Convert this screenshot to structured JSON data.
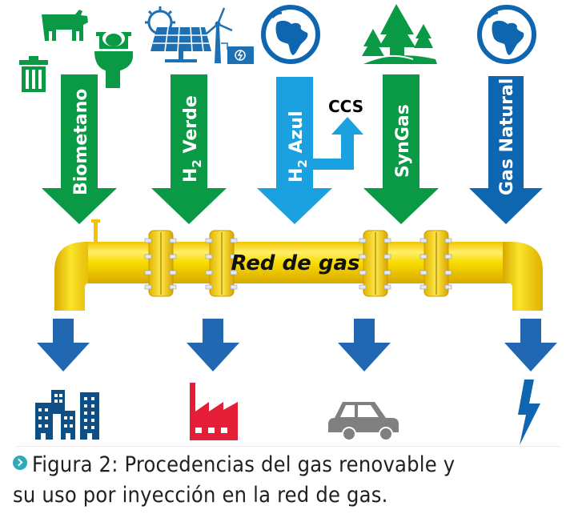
{
  "figure": {
    "sources": [
      {
        "label": "Biometano",
        "color": "#0a9a46",
        "icons": [
          "cow-icon",
          "trash-bin-icon",
          "toilet-icon"
        ]
      },
      {
        "label_main": "H",
        "label_sub": "2",
        "label_rest": " Verde",
        "color": "#0a9a46",
        "icons": [
          "solar-panel-icon",
          "wind-turbine-icon",
          "battery-icon"
        ]
      },
      {
        "label_main": "H",
        "label_sub": "2",
        "label_rest": " Azul",
        "color": "#1ba1e0",
        "icons": [
          "globe-icon"
        ]
      },
      {
        "label": "SynGas",
        "color": "#0a9a46",
        "icons": [
          "forest-icon"
        ]
      },
      {
        "label": "Gas Natural",
        "color": "#0f66b0",
        "icons": [
          "globe-icon"
        ]
      }
    ],
    "ccs_label": "CCS",
    "pipe_label": "Red de gas",
    "uses": [
      {
        "name": "buildings",
        "color": "#0e4f86"
      },
      {
        "name": "industry",
        "color": "#e31e36"
      },
      {
        "name": "transport",
        "color": "#808080"
      },
      {
        "name": "electricity",
        "color": "#0f66b0"
      }
    ],
    "pipe_color": "#f7d600",
    "output_arrow_color": "#2167b2"
  },
  "caption": {
    "line1": "Figura 2: Procedencias del gas renovable y",
    "line2": "su uso por inyección en la red de gas."
  }
}
